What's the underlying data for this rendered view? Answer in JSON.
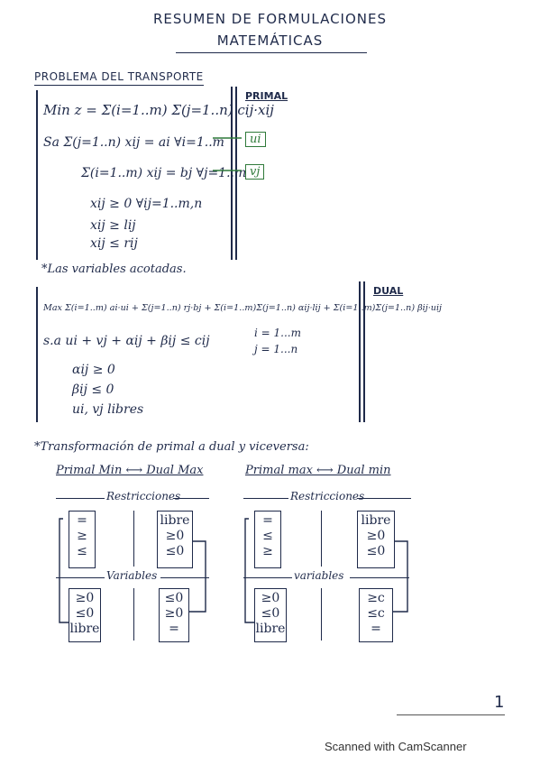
{
  "header": {
    "title_line1": "RESUMEN DE FORMULACIONES",
    "title_line2": "MATEMÁTICAS"
  },
  "transport": {
    "section_title": "PROBLEMA DEL TRANSPORTE",
    "tag": "PRIMAL",
    "objective": "Min  z = Σ(i=1..m) Σ(j=1..n) cij·xij",
    "c1": "Sa  Σ(j=1..n) xij = ai   ∀i=1..m",
    "c1_dual": "ui",
    "c2": "Σ(i=1..m) xij = bj   ∀j=1..m",
    "c2_dual": "vj",
    "c3": "xij ≥ 0   ∀ij=1..m,n",
    "c4": "xij ≥ lij",
    "c5": "xij ≤ rij",
    "note": "*Las variables acotadas."
  },
  "dual": {
    "tag": "DUAL",
    "objective": "Max  Σ(i=1..m) ai·ui + Σ(j=1..n) rj·bj + Σ(i=1..m)Σ(j=1..n) αij·lij + Σ(i=1..m)Σ(j=1..n) βij·uij",
    "c1": "s.a  ui + vj + αij + βij ≤ cij",
    "c1_idx1": "i = 1...m",
    "c1_idx2": "j = 1...n",
    "c2": "αij ≥ 0",
    "c3": "βij ≤ 0",
    "c4": "ui, vj libres"
  },
  "transform": {
    "title": "*Transformación de primal a dual y viceversa:",
    "left": {
      "heading": "Primal Min ⟷ Dual Max",
      "restr_label": "Restricciones",
      "var_label": "Variables",
      "restr_left": [
        "=",
        "≥",
        "≤"
      ],
      "restr_right": [
        "libre",
        "≥0",
        "≤0"
      ],
      "var_left": [
        "≥0",
        "≤0",
        "libre"
      ],
      "var_right": [
        "≤0",
        "≥0",
        "="
      ]
    },
    "right": {
      "heading": "Primal max ⟷ Dual min",
      "restr_label": "Restricciones",
      "var_label": "variables",
      "restr_left": [
        "=",
        "≤",
        "≥"
      ],
      "restr_right": [
        "libre",
        "≥0",
        "≤0"
      ],
      "var_left": [
        "≥0",
        "≤0",
        "libre"
      ],
      "var_right": [
        "≥c",
        "≤c",
        "="
      ]
    }
  },
  "page_number": "1",
  "footer": "Scanned with CamScanner"
}
